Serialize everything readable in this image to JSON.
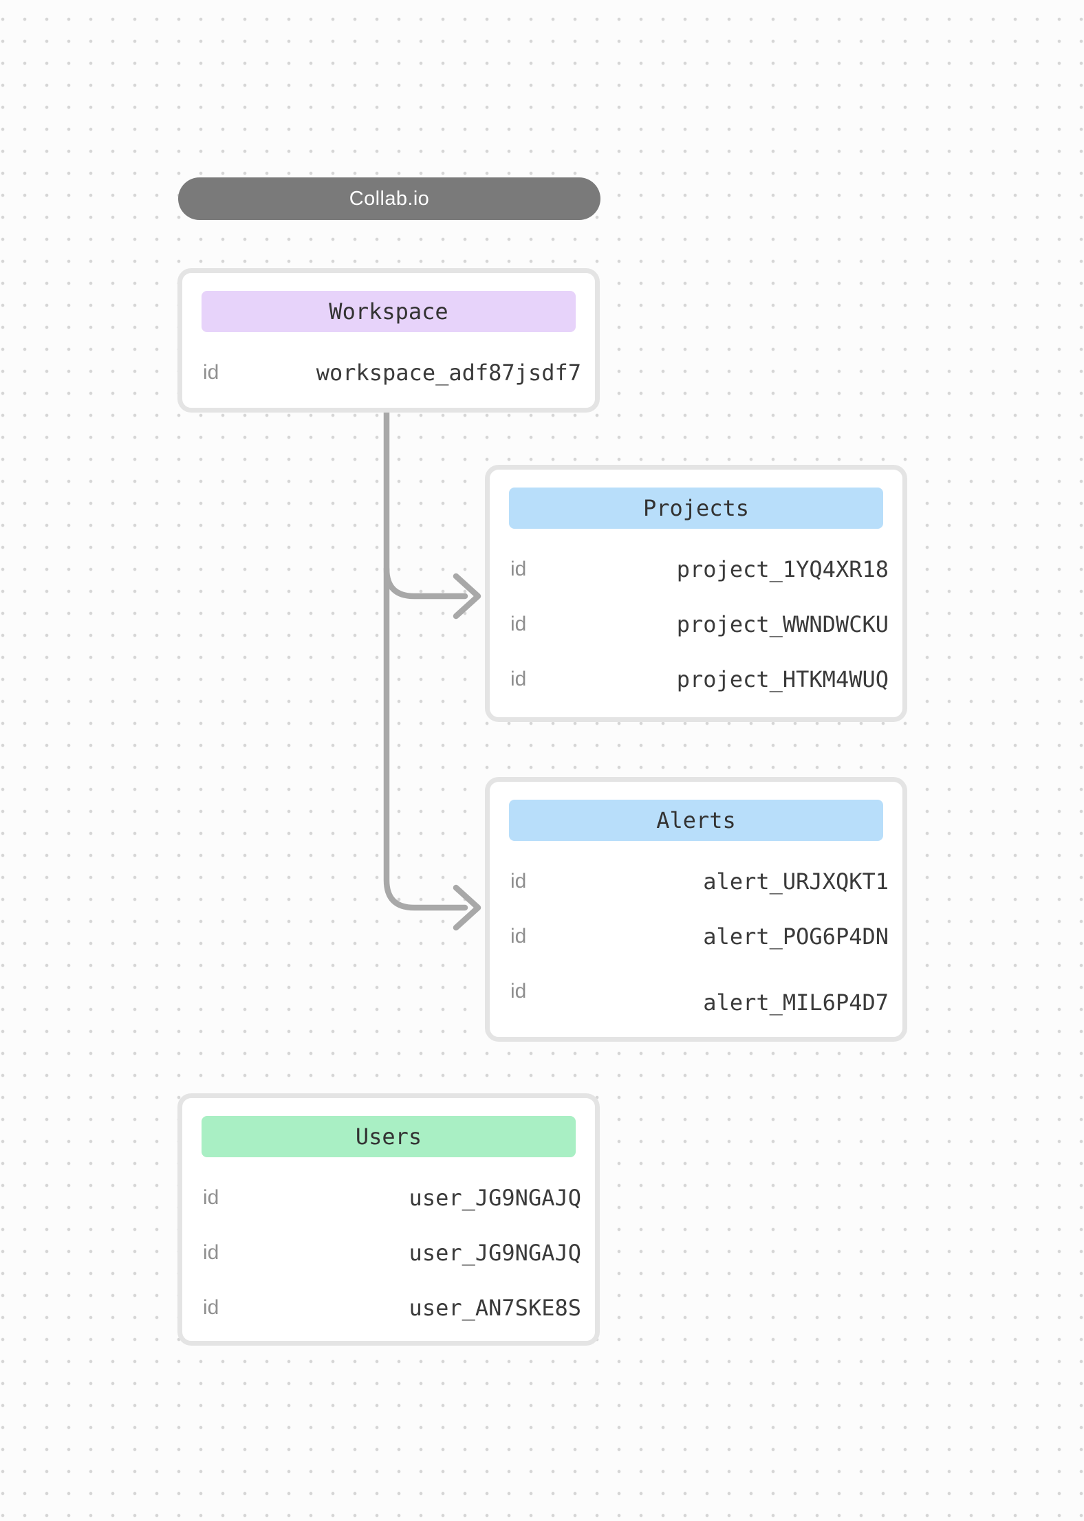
{
  "app": {
    "title": "Collab.io"
  },
  "colors": {
    "pill_bg": "#7a7a7a",
    "workspace_header": "#e7d3fa",
    "projects_header": "#b8defa",
    "alerts_header": "#b8defa",
    "users_header": "#a9efc4",
    "arrow": "#a8a8a8"
  },
  "cards": {
    "workspace": {
      "title": "Workspace",
      "rows": [
        {
          "key": "id",
          "value": "workspace_adf87jsdf7"
        }
      ]
    },
    "projects": {
      "title": "Projects",
      "rows": [
        {
          "key": "id",
          "value": "project_1YQ4XR18"
        },
        {
          "key": "id",
          "value": "project_WWNDWCKU"
        },
        {
          "key": "id",
          "value": "project_HTKM4WUQ"
        }
      ]
    },
    "alerts": {
      "title": "Alerts",
      "rows": [
        {
          "key": "id",
          "value": "alert_URJXQKT1"
        },
        {
          "key": "id",
          "value": "alert_POG6P4DN"
        },
        {
          "key": "id",
          "value": "alert_MIL6P4D7"
        }
      ]
    },
    "users": {
      "title": "Users",
      "rows": [
        {
          "key": "id",
          "value": "user_JG9NGAJQ"
        },
        {
          "key": "id",
          "value": "user_JG9NGAJQ"
        },
        {
          "key": "id",
          "value": "user_AN7SKE8S"
        }
      ]
    }
  }
}
